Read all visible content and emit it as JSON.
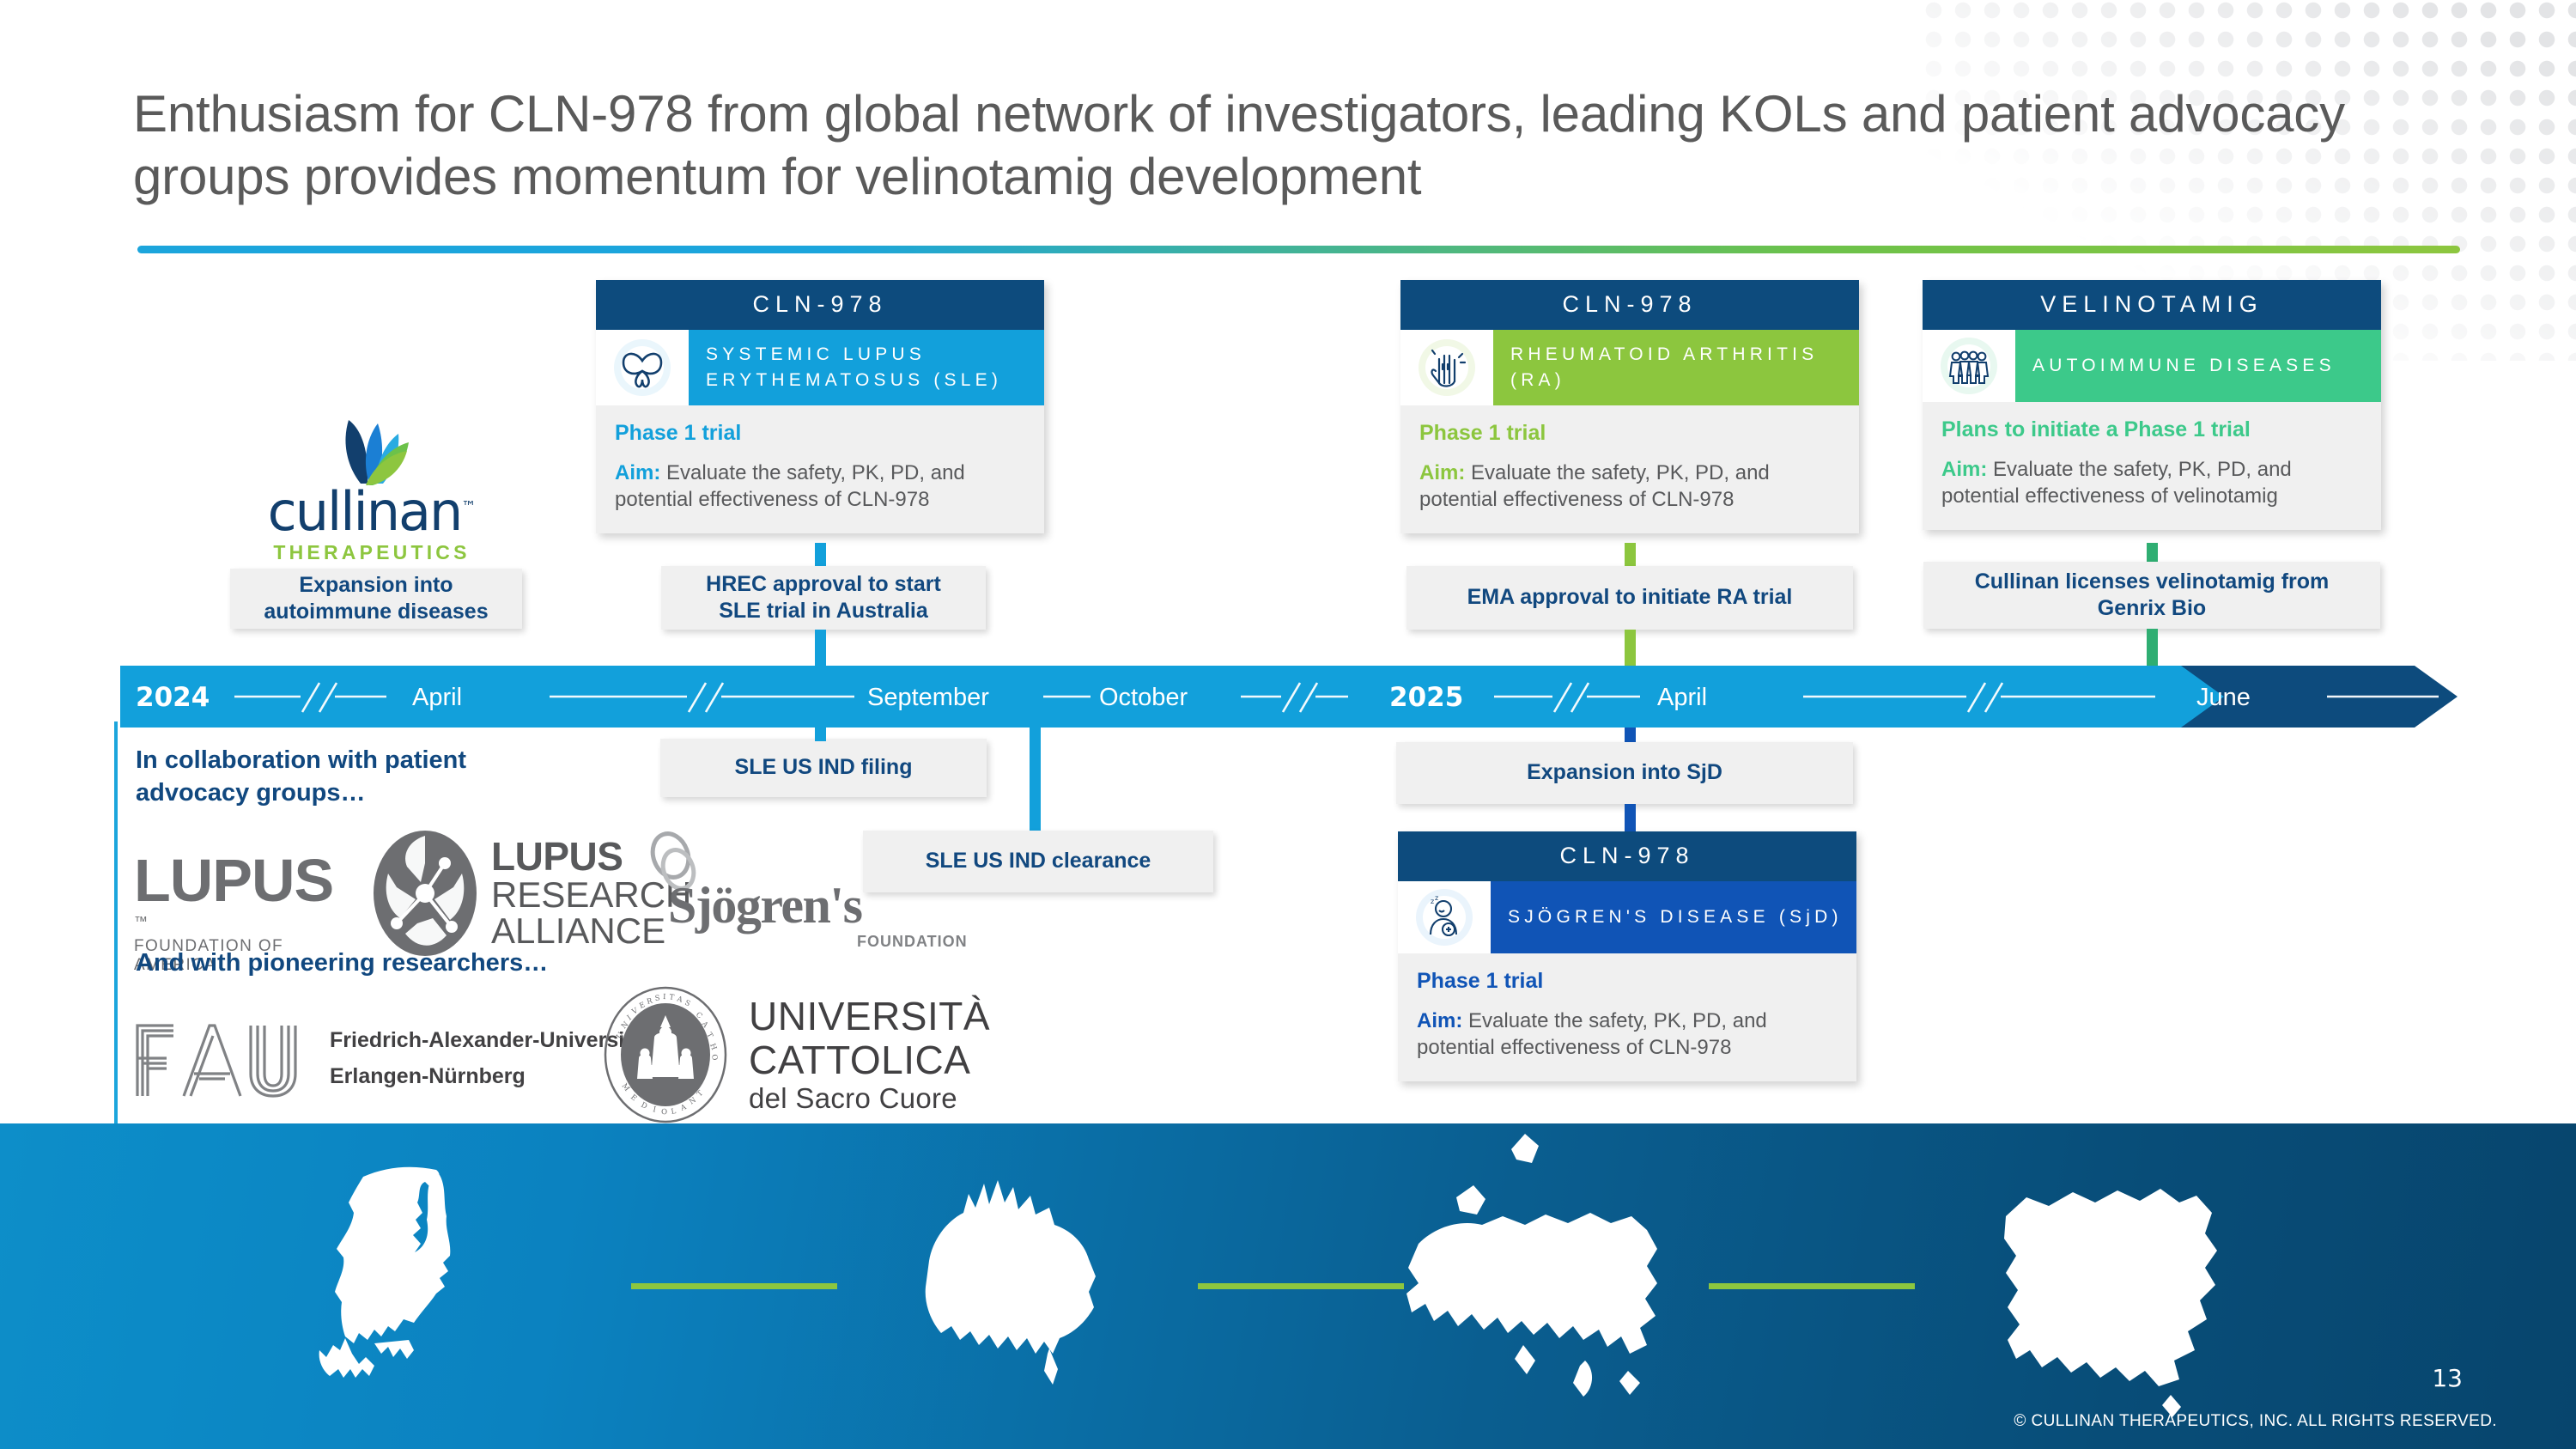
{
  "title": "Enthusiasm for CLN-978 from global network of investigators, leading KOLs and patient advocacy groups provides momentum for velinotamig development",
  "brand": {
    "name": "cullinan",
    "tm": "™",
    "tagline": "THERAPEUTICS",
    "colors": {
      "dark_blue": "#0d4b7d",
      "navy": "#11487f",
      "cyan": "#1ca5dc",
      "green": "#8dc63f",
      "mint": "#3cc98a",
      "royal_blue": "#1054b6",
      "grey_box": "#f0f0f0"
    }
  },
  "callouts": {
    "expansion_autoimmune": "Expansion into\nautoimmune diseases",
    "hrec": "HREC approval to start\nSLE trial in Australia",
    "ema": "EMA approval to initiate RA trial",
    "license": "Cullinan licenses velinotamig from\nGenrix Bio",
    "ind_filing": "SLE US IND filing",
    "ind_clearance": "SLE US IND clearance",
    "expansion_sjd": "Expansion into SjD"
  },
  "cards": [
    {
      "id": "sle",
      "program": "CLN-978",
      "indication": "SYSTEMIC LUPUS ERYTHEMATOSUS (SLE)",
      "indication_color": "#12a0db",
      "accent_color": "#12a0db",
      "icon": "butterfly-icon",
      "phase": "Phase 1 trial",
      "aim_label": "Aim:",
      "aim_text": "Evaluate the safety, PK, PD, and potential effectiveness of CLN-978"
    },
    {
      "id": "ra",
      "program": "CLN-978",
      "indication": "RHEUMATOID ARTHRITIS (RA)",
      "indication_color": "#8cc63e",
      "accent_color": "#8cc63e",
      "icon": "hand-joint-icon",
      "phase": "Phase 1 trial",
      "aim_label": "Aim:",
      "aim_text": "Evaluate the safety, PK, PD, and potential effectiveness of CLN-978"
    },
    {
      "id": "velinotamig",
      "program": "VELINOTAMIG",
      "indication": "AUTOIMMUNE DISEASES",
      "indication_color": "#3cc98a",
      "accent_color": "#3cc98a",
      "icon": "people-group-icon",
      "phase": "Plans to initiate a Phase 1 trial",
      "aim_label": "Aim:",
      "aim_text": "Evaluate the safety, PK, PD, and potential effectiveness of velinotamig"
    },
    {
      "id": "sjd",
      "program": "CLN-978",
      "indication": "SJÖGREN'S DISEASE (SjD)",
      "indication_color": "#1054b6",
      "accent_color": "#1054b6",
      "icon": "dry-mouth-patient-icon",
      "phase": "Phase 1 trial",
      "aim_label": "Aim:",
      "aim_text": "Evaluate the safety, PK, PD, and potential effectiveness of CLN-978"
    }
  ],
  "timeline": {
    "segments": [
      {
        "label": "2024",
        "type": "year",
        "color": "#12a0db"
      },
      {
        "label": "2025",
        "type": "year",
        "color": "#0d4b7d"
      }
    ],
    "ticks_2024": [
      "2024",
      "April",
      "September",
      "October"
    ],
    "ticks_2025": [
      "2025",
      "April",
      "June"
    ]
  },
  "partners": {
    "heading": "In collaboration with patient advocacy groups…",
    "logos": [
      {
        "name": "lupus-foundation-of-america",
        "line1": "LUPUS",
        "line2": "FOUNDATION OF AMERICA",
        "tm": "™"
      },
      {
        "name": "lupus-research-alliance",
        "line1": "LUPUS",
        "line2": "RESEARCH",
        "line3": "ALLIANCE"
      },
      {
        "name": "sjogrens-foundation",
        "line1": "Sjögren's",
        "line2": "FOUNDATION"
      }
    ]
  },
  "researchers": {
    "heading": "And with pioneering researchers…",
    "logos": [
      {
        "name": "fau-erlangen-nuernberg",
        "mark": "FAU",
        "line1": "Friedrich-Alexander-Universität",
        "line2": "Erlangen-Nürnberg"
      },
      {
        "name": "universita-cattolica",
        "line1": "UNIVERSITÀ",
        "line2": "CATTOLICA",
        "line3": "del Sacro Cuore",
        "seal_top": "UNIVERSITAS CATHOLICA SACRI CORDIS JESU",
        "seal_bottom": "MEDIOLANI"
      }
    ]
  },
  "banner": {
    "maps": [
      "united-states-map",
      "australia-map",
      "europe-map",
      "china-map"
    ]
  },
  "footer": {
    "page_number": "13",
    "copyright": "© CULLINAN THERAPEUTICS, INC. ALL RIGHTS RESERVED."
  }
}
